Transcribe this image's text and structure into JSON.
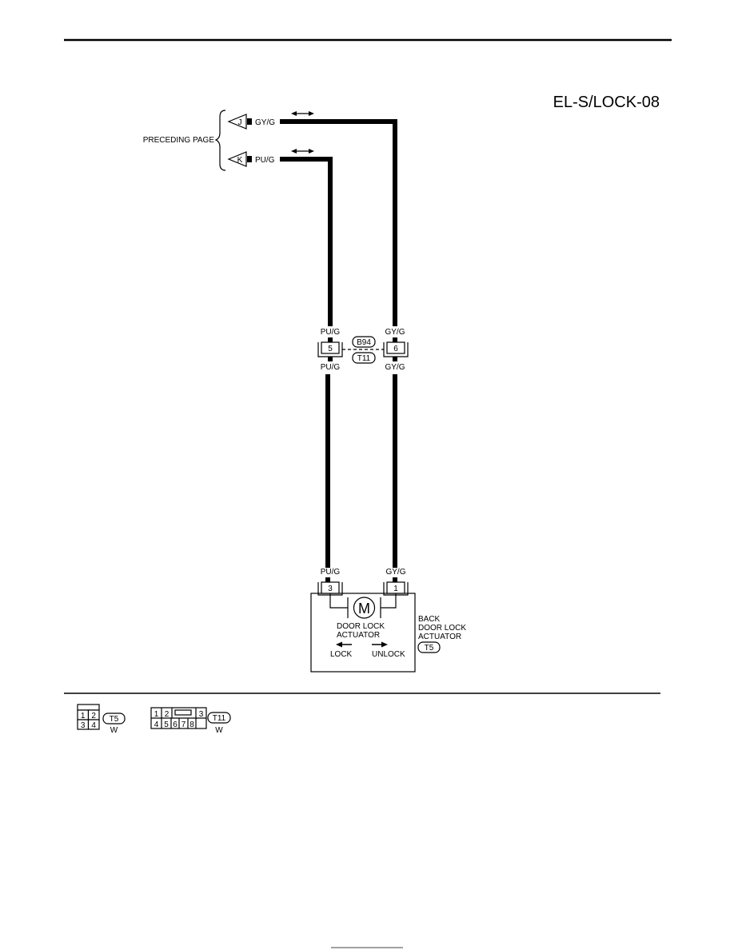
{
  "page": {
    "title": "EL-S/LOCK-08"
  },
  "preceding": {
    "label": "PRECEDING PAGE",
    "connectors": [
      {
        "id": "J",
        "wire": "GY/G"
      },
      {
        "id": "K",
        "wire": "PU/G"
      }
    ]
  },
  "joint": {
    "codes": [
      "B94",
      "T11"
    ],
    "pins": [
      {
        "pin": "5",
        "wire_top": "PU/G",
        "wire_bottom": "PU/G"
      },
      {
        "pin": "6",
        "wire_top": "GY/G",
        "wire_bottom": "GY/G"
      }
    ]
  },
  "actuator": {
    "pins": [
      {
        "pin": "3",
        "wire": "PU/G"
      },
      {
        "pin": "1",
        "wire": "GY/G"
      }
    ],
    "motor_symbol": "M",
    "inner_label_1": "DOOR LOCK",
    "inner_label_2": "ACTUATOR",
    "lock_label": "LOCK",
    "unlock_label": "UNLOCK",
    "name_1": "BACK",
    "name_2": "DOOR LOCK",
    "name_3": "ACTUATOR",
    "code": "T5"
  },
  "connector_views": [
    {
      "code": "T5",
      "color": "W",
      "cells": [
        "1",
        "2",
        "3",
        "4"
      ]
    },
    {
      "code": "T11",
      "color": "W",
      "cells": [
        "1",
        "2",
        "3",
        "4",
        "5",
        "6",
        "7",
        "8"
      ]
    }
  ]
}
